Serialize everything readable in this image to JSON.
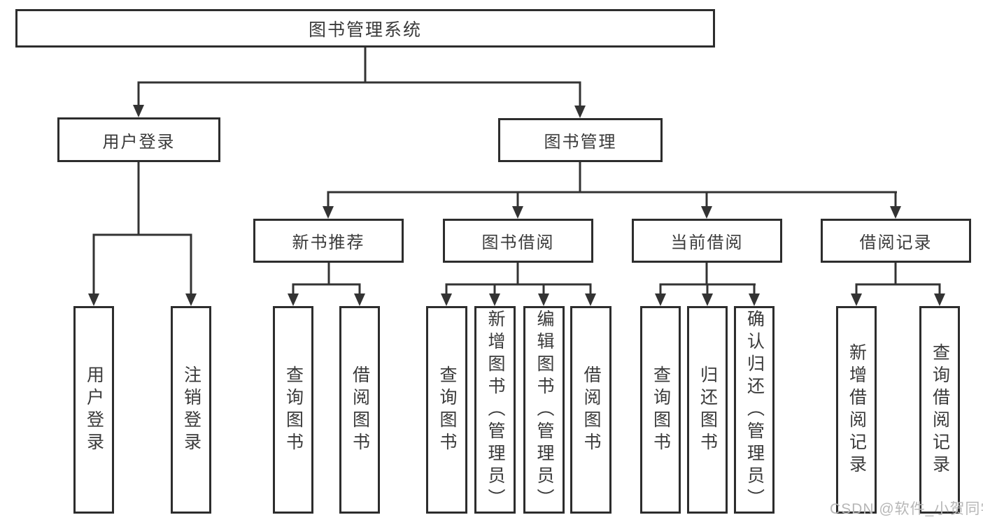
{
  "diagram_title": "图书管理系统",
  "tree": {
    "root": {
      "label": "图书管理系统",
      "children": [
        {
          "label": "用户登录",
          "children": [
            {
              "label": "用户登录"
            },
            {
              "label": "注销登录"
            }
          ]
        },
        {
          "label": "图书管理",
          "children": [
            {
              "label": "新书推荐",
              "children": [
                {
                  "label": "查询图书"
                },
                {
                  "label": "借阅图书"
                }
              ]
            },
            {
              "label": "图书借阅",
              "children": [
                {
                  "label": "查询图书"
                },
                {
                  "label": "新增图书（管理员）"
                },
                {
                  "label": "编辑图书（管理员）"
                },
                {
                  "label": "借阅图书"
                }
              ]
            },
            {
              "label": "当前借阅",
              "children": [
                {
                  "label": "查询图书"
                },
                {
                  "label": "归还图书"
                },
                {
                  "label": "确认归还（管理员）"
                }
              ]
            },
            {
              "label": "借阅记录",
              "children": [
                {
                  "label": "新增借阅记录"
                },
                {
                  "label": "查询借阅记录"
                }
              ]
            }
          ]
        }
      ]
    }
  },
  "watermark": {
    "text": "CSDN @软件_小贺同学",
    "color": "#b7b7b7"
  },
  "colors": {
    "background": "#ffffff",
    "box_border": "#2d2d2d",
    "line": "#333333",
    "text": "#3a3a3a"
  }
}
